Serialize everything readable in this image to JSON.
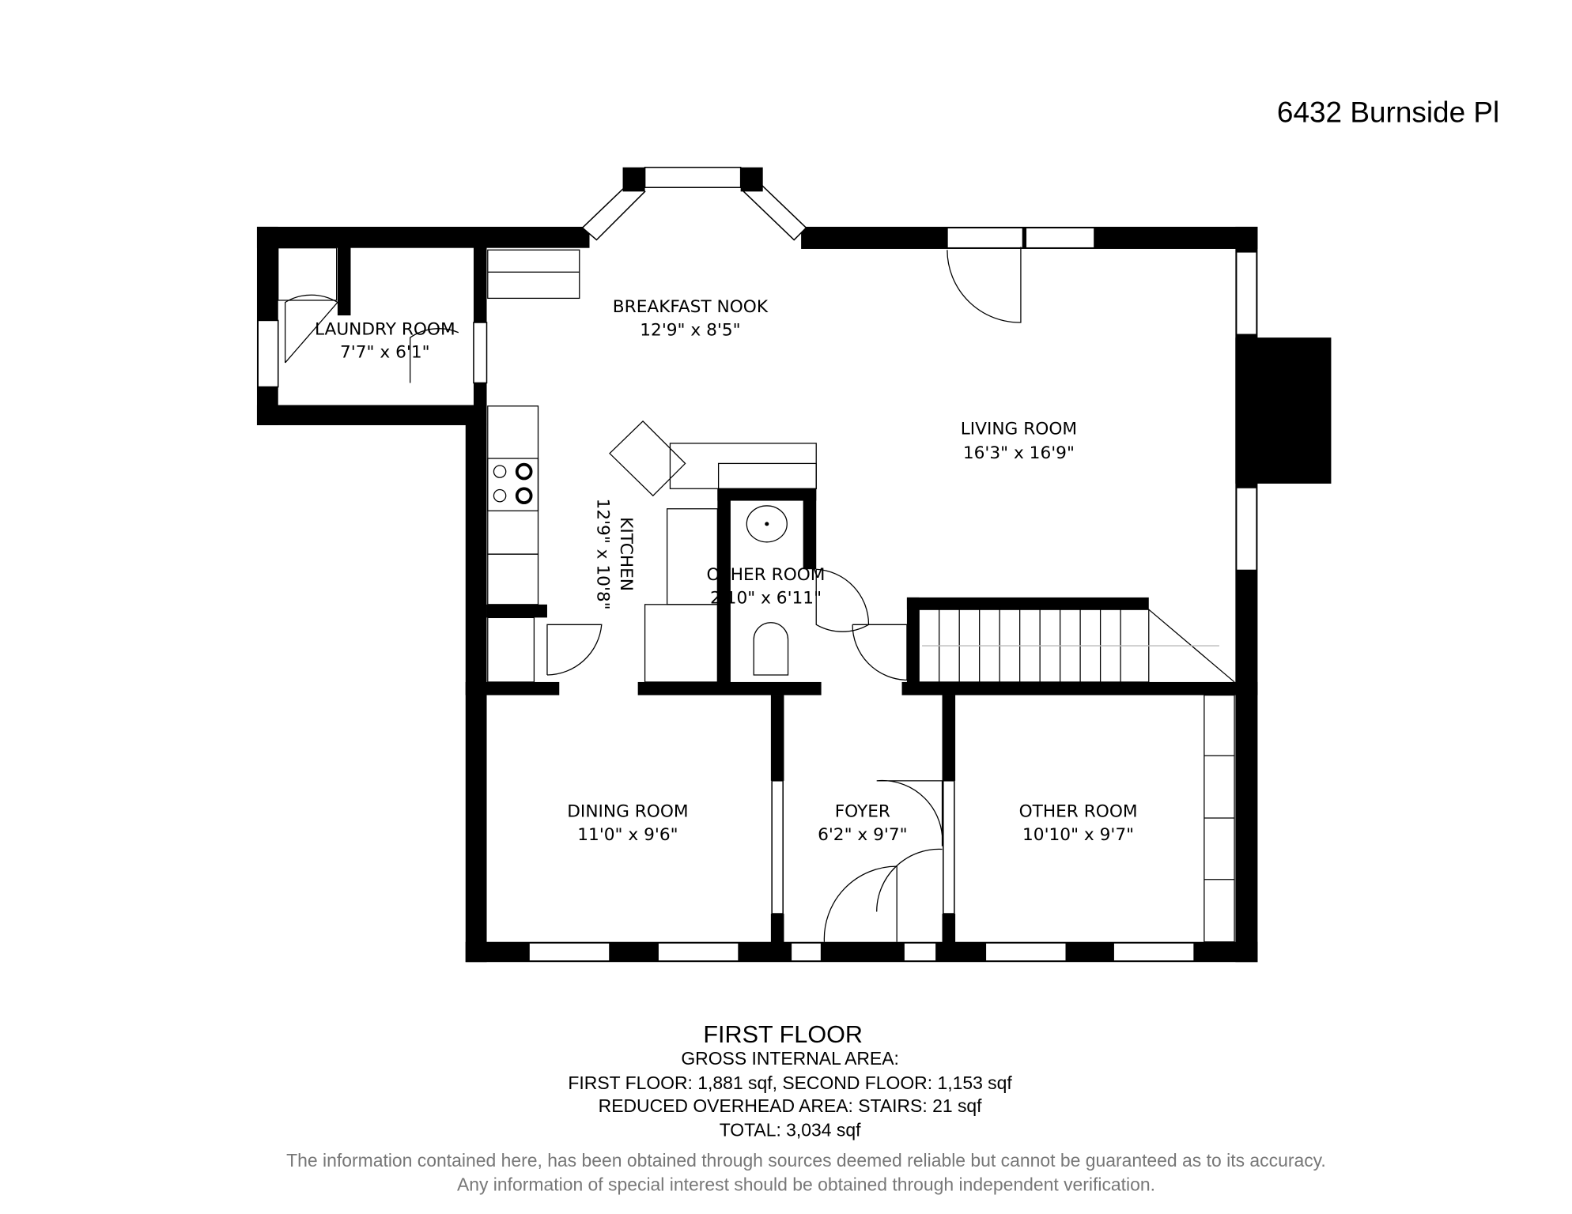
{
  "address": "6432 Burnside Pl",
  "rooms": [
    {
      "name": "LAUNDRY ROOM",
      "size": "7'7\" x 6'1\""
    },
    {
      "name": "BREAKFAST NOOK",
      "size": "12'9\" x 8'5\""
    },
    {
      "name": "LIVING ROOM",
      "size": "16'3\" x 16'9\""
    },
    {
      "name": "KITCHEN",
      "size": "12'9\" x 10'8\""
    },
    {
      "name": "OTHER ROOM",
      "size": "2'10\" x 6'11\""
    },
    {
      "name": "DINING ROOM",
      "size": "11'0\" x 9'6\""
    },
    {
      "name": "FOYER",
      "size": "6'2\" x 9'7\""
    },
    {
      "name": "OTHER ROOM",
      "size": "10'10\" x 9'7\""
    }
  ],
  "footer": {
    "floor_title": "FIRST FLOOR",
    "area_heading": "GROSS INTERNAL AREA:",
    "floor_areas": "FIRST FLOOR: 1,881 sqf, SECOND FLOOR: 1,153 sqf",
    "reduced_area": "REDUCED OVERHEAD AREA: STAIRS: 21 sqf",
    "total": "TOTAL: 3,034 sqf",
    "disclaimer_1": "The information contained here, has been obtained through sources deemed reliable but cannot be guaranteed as to its accuracy.",
    "disclaimer_2": "Any information of special interest should be obtained through independent verification."
  }
}
